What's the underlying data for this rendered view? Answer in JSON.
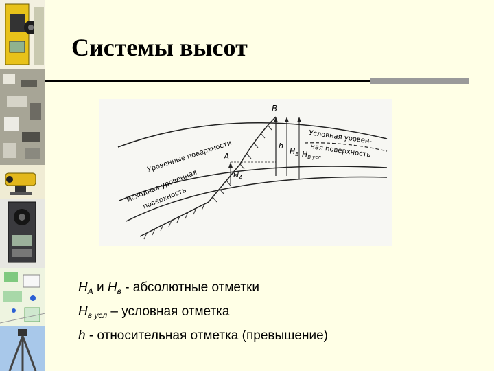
{
  "slide": {
    "title": "Системы высот"
  },
  "diagram": {
    "point_b": "B",
    "point_a": "A",
    "h_label": "h",
    "hb_label": "H",
    "hb_sub": "B",
    "hb_usl_label": "H",
    "hb_usl_sub": "B усл",
    "ha_label": "H",
    "ha_sub": "A",
    "level_surfaces": "Уровенные поверхности",
    "reference_surface_1": "Исходная уровенная",
    "reference_surface_2": "поверхность",
    "conditional_surface_1": "Условная уровен-",
    "conditional_surface_2": "ная поверхность"
  },
  "caption": {
    "line1_h": "H",
    "line1_a": "A",
    "line1_and": " и ",
    "line1_h2": "H",
    "line1_b": "в",
    "line1_text": " - абсолютные отметки",
    "line2_h": "H",
    "line2_sub": "в усл",
    "line2_text": " – условная отметка",
    "line3_h": "h",
    "line3_text": " - относительная отметка (превышение)"
  }
}
